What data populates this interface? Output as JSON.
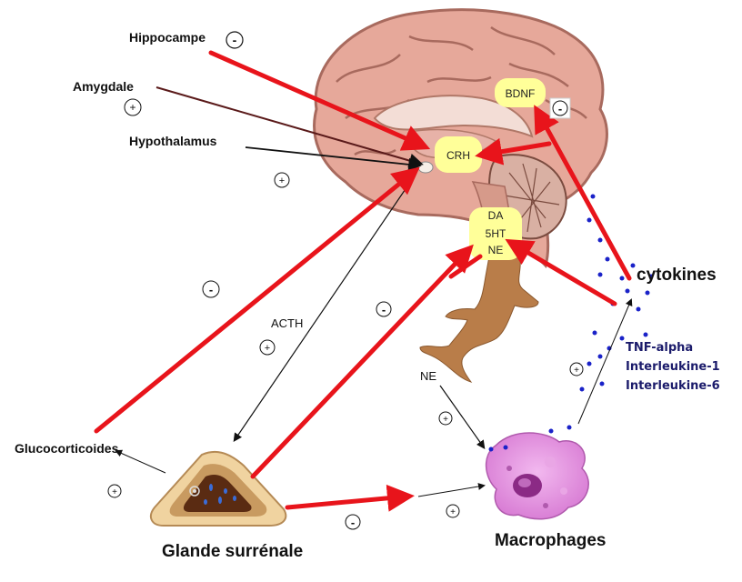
{
  "labels": {
    "hippocampe": "Hippocampe",
    "amygdale": "Amygdale",
    "hypothalamus": "Hypothalamus",
    "glucocorticoides": "Glucocorticoides",
    "acth": "ACTH",
    "ne_left": "NE",
    "cytokines": "cytokines",
    "tnf_alpha": "TNF-alpha",
    "interleukine_1": "Interleukine-1",
    "interleukine_6": "Interleukine-6",
    "glande_surrenale": "Glande surrénale",
    "macrophages": "Macrophages"
  },
  "brain_boxes": {
    "bdnf": "BDNF",
    "crh": "CRH",
    "da": "DA",
    "fivehtt": "5HT",
    "ne": "NE"
  },
  "signs": {
    "hippocampe": "-",
    "amygdale": "+",
    "hypothalamus": "+",
    "bdnf": "-",
    "gluco_feedback": "-",
    "acth": "+",
    "adrenal_ne": "-",
    "ne_macrophage": "+",
    "cytokine_up": "+",
    "glucocorticoides": "+",
    "adrenal_macrophage": "-",
    "to_macrophage": "+"
  },
  "colors": {
    "inhibit_arrow": "#e8141b",
    "stim_arrow": "#111111",
    "yellow_box": "#ffff99",
    "cytokine_dot": "#1a22c8"
  }
}
